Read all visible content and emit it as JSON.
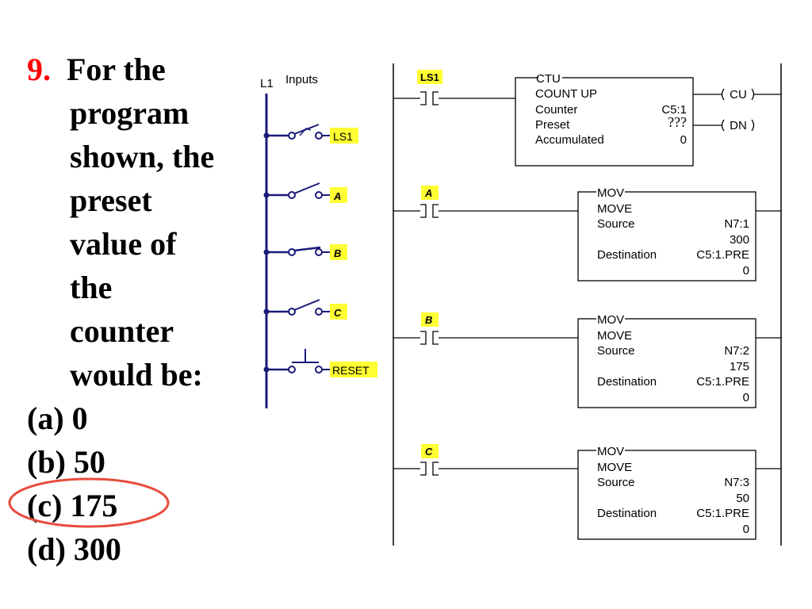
{
  "question": {
    "number": "9.",
    "stem_lines": [
      "For the",
      "program",
      "shown, the",
      "preset",
      "value of",
      "the",
      "counter",
      "would be:"
    ],
    "options": [
      {
        "letter": "(a)",
        "value": "0"
      },
      {
        "letter": "(b)",
        "value": "50"
      },
      {
        "letter": "(c)",
        "value": "175"
      },
      {
        "letter": "(d)",
        "value": "300"
      }
    ],
    "selected_option": "(c)"
  },
  "inputs_panel": {
    "rail_label": "L1",
    "title": "Inputs",
    "inputs": [
      "LS1",
      "A",
      "B",
      "C",
      "RESET"
    ]
  },
  "ladder": {
    "rung1": {
      "contact": "LS1",
      "block": {
        "instruction": "CTU",
        "name": "COUNT UP",
        "counter_label": "Counter",
        "counter_value": "C5:1",
        "preset_label": "Preset",
        "preset_value": "???",
        "accum_label": "Accumulated",
        "accum_value": "0"
      },
      "outputs": [
        "CU",
        "DN"
      ]
    },
    "mov_rungs": [
      {
        "contact": "A",
        "instruction": "MOV",
        "name": "MOVE",
        "source_label": "Source",
        "source_addr": "N7:1",
        "source_value": "300",
        "dest_label": "Destination",
        "dest_addr": "C5:1.PRE",
        "dest_value": "0"
      },
      {
        "contact": "B",
        "instruction": "MOV",
        "name": "MOVE",
        "source_label": "Source",
        "source_addr": "N7:2",
        "source_value": "175",
        "dest_label": "Destination",
        "dest_addr": "C5:1.PRE",
        "dest_value": "0"
      },
      {
        "contact": "C",
        "instruction": "MOV",
        "name": "MOVE",
        "source_label": "Source",
        "source_addr": "N7:3",
        "source_value": "50",
        "dest_label": "Destination",
        "dest_addr": "C5:1.PRE",
        "dest_value": "0"
      }
    ]
  },
  "colors": {
    "question_number": "#ff0000",
    "highlight_circle": "#e74c3c",
    "tag_fill": "#ffff33",
    "input_wiring": "#1a1a7a"
  }
}
